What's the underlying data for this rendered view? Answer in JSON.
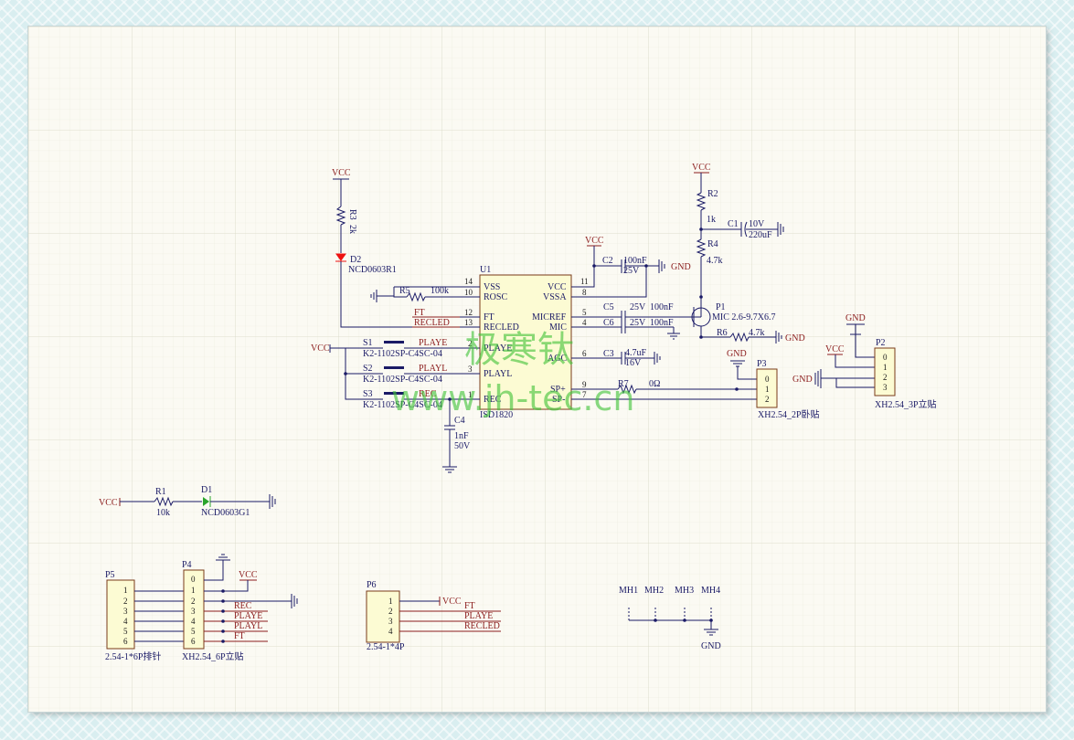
{
  "power": {
    "vcc": "VCC",
    "gnd": "GND"
  },
  "u1": {
    "designator": "U1",
    "part": "ISD1820",
    "left_pins": [
      {
        "num": "14",
        "name": "VSS"
      },
      {
        "num": "10",
        "name": "ROSC"
      },
      {
        "num": "12",
        "name": "FT"
      },
      {
        "num": "13",
        "name": "RECLED"
      },
      {
        "num": "2",
        "name": "PLAYE"
      },
      {
        "num": "3",
        "name": "PLAYL"
      },
      {
        "num": "1",
        "name": "REC"
      }
    ],
    "right_pins": [
      {
        "num": "11",
        "name": "VCC"
      },
      {
        "num": "8",
        "name": "VSSA"
      },
      {
        "num": "5",
        "name": "MICREF"
      },
      {
        "num": "4",
        "name": "MIC"
      },
      {
        "num": "6",
        "name": "AGC"
      },
      {
        "num": "9",
        "name": "SP+"
      },
      {
        "num": "7",
        "name": "SP-"
      }
    ]
  },
  "r1": {
    "designator": "R1",
    "value": "10k"
  },
  "r2": {
    "designator": "R2",
    "value": "1k"
  },
  "r3": {
    "designator": "R3",
    "value": "2k"
  },
  "r4": {
    "designator": "R4",
    "value": "4.7k"
  },
  "r5": {
    "designator": "R5",
    "value": "100k"
  },
  "r6": {
    "designator": "R6",
    "value": "4.7k"
  },
  "r7": {
    "designator": "R7",
    "value": "0Ω"
  },
  "c1": {
    "designator": "C1",
    "voltage": "10V",
    "value": "220uF"
  },
  "c2": {
    "designator": "C2",
    "value": "100nF",
    "voltage": "25V"
  },
  "c3": {
    "designator": "C3",
    "value": "4.7uF",
    "voltage": "16V"
  },
  "c4": {
    "designator": "C4",
    "value": "1nF",
    "voltage": "50V"
  },
  "c5": {
    "designator": "C5",
    "voltage": "25V",
    "value": "100nF"
  },
  "c6": {
    "designator": "C6",
    "voltage": "25V",
    "value": "100nF"
  },
  "d1": {
    "designator": "D1",
    "part": "NCD0603G1"
  },
  "d2": {
    "designator": "D2",
    "part": "NCD0603R1"
  },
  "p1": {
    "designator": "P1",
    "part": "MIC 2.6-9.7X6.7"
  },
  "p2": {
    "designator": "P2",
    "part": "XH2.54_3P立贴",
    "pins": [
      "0",
      "1",
      "2",
      "3"
    ]
  },
  "p3": {
    "designator": "P3",
    "part": "XH2.54_2P卧贴",
    "pins": [
      "0",
      "1",
      "2"
    ]
  },
  "p4": {
    "designator": "P4",
    "part": "XH2.54_6P立贴",
    "pins": [
      "0",
      "1",
      "2",
      "3",
      "4",
      "5",
      "6"
    ]
  },
  "p5": {
    "designator": "P5",
    "part": "2.54-1*6P排针",
    "pins": [
      "1",
      "2",
      "3",
      "4",
      "5",
      "6"
    ]
  },
  "p6": {
    "designator": "P6",
    "part": "2.54-1*4P",
    "pins": [
      "1",
      "2",
      "3",
      "4"
    ]
  },
  "switches": [
    {
      "designator": "S1",
      "part": "K2-1102SP-C4SC-04",
      "net": "PLAYE"
    },
    {
      "designator": "S2",
      "part": "K2-1102SP-C4SC-04",
      "net": "PLAYL"
    },
    {
      "designator": "S3",
      "part": "K2-1102SP-C4SC-04",
      "net": "REC"
    }
  ],
  "nets": {
    "ft": "FT",
    "recled": "RECLED",
    "playe": "PLAYE",
    "playl": "PLAYL",
    "rec": "REC"
  },
  "mounting_holes": [
    "MH1",
    "MH2",
    "MH3",
    "MH4"
  ],
  "watermark": {
    "line1": "极寒钛",
    "line2": "www.jh-tec.cn"
  }
}
